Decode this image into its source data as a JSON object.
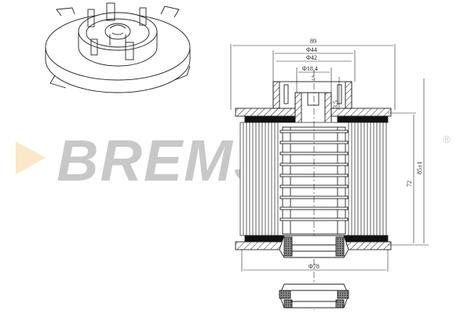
{
  "watermark": {
    "brand": "BREMSI",
    "registered_mark": "®",
    "text_color": "#c8c8c8",
    "arrow_color": "#fbe8c8"
  },
  "drawing": {
    "subject": "fuel filter element technical drawing",
    "views": [
      "isometric-cap-view",
      "cross-section-view",
      "seal-ring-detail"
    ],
    "dimensions": {
      "overall_width": "89",
      "diameter_outer_top": "Φ44",
      "diameter_inner_top": "Φ42",
      "diameter_center": "Φ18,4",
      "slot_width": "5",
      "slot_depth": "3,5",
      "height_body": "72",
      "height_total": "85±1",
      "diameter_base": "Φ78"
    }
  }
}
